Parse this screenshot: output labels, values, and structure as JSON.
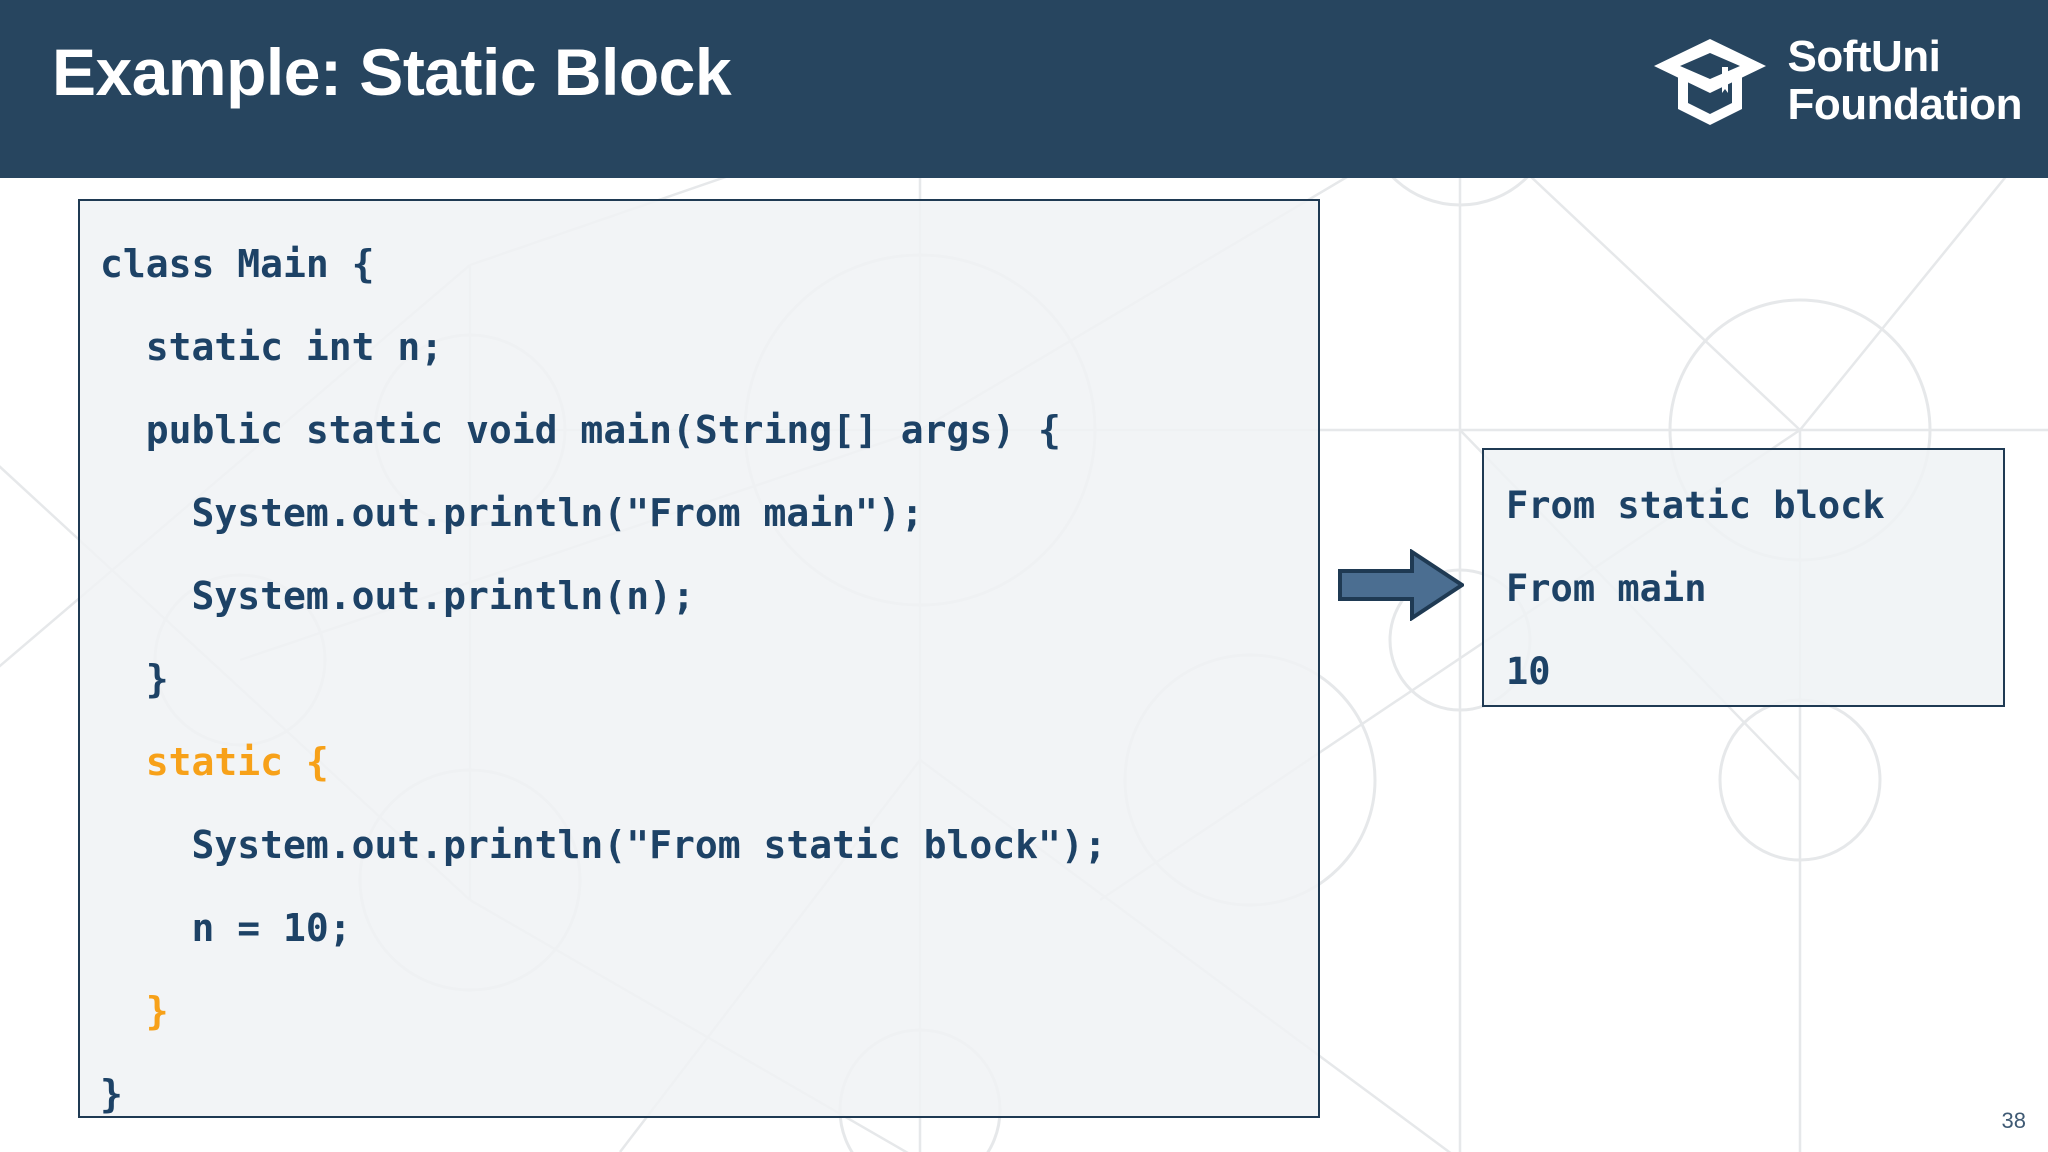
{
  "slide": {
    "title": "Example: Static Block",
    "page_number": "38",
    "header_color": "#27455f",
    "accent_orange": "#f7a119",
    "code_text_color": "#1d4266",
    "panel_fill": "#f0f2f5"
  },
  "logo": {
    "line1": "SoftUni",
    "line2": "Foundation",
    "icon": "graduation-cap-icon"
  },
  "code_panel": {
    "language": "java",
    "lines": [
      {
        "text": "class Main {",
        "highlight": false
      },
      {
        "text": "  static int n;",
        "highlight": false
      },
      {
        "text": "  public static void main(String[] args) {",
        "highlight": false
      },
      {
        "text": "    System.out.println(\"From main\");",
        "highlight": false
      },
      {
        "text": "    System.out.println(n);",
        "highlight": false
      },
      {
        "text": "  }",
        "highlight": false
      },
      {
        "text": "  static {",
        "highlight": true
      },
      {
        "text": "    System.out.println(\"From static block\");",
        "highlight": false
      },
      {
        "text": "    n = 10;",
        "highlight": false
      },
      {
        "text": "  }",
        "highlight": true
      },
      {
        "text": "}",
        "highlight": false
      }
    ]
  },
  "arrow": {
    "icon": "right-arrow-icon",
    "fill": "#4b6e91",
    "stroke": "#1f3a53"
  },
  "output_panel": {
    "lines": [
      "From static block",
      "From main",
      "10"
    ]
  }
}
